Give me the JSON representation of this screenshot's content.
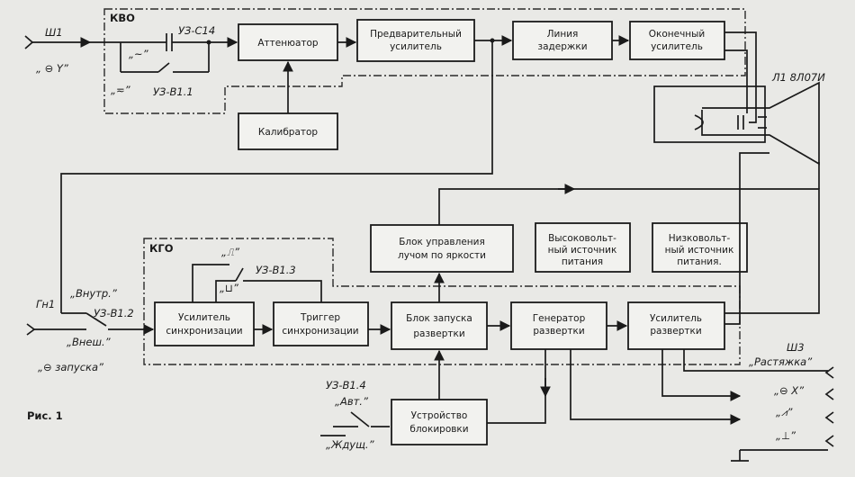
{
  "figure_label": "Рис. 1",
  "groups": {
    "kvo": "КВО",
    "kgo": "КГО"
  },
  "blocks": {
    "attenuator": "Аттенюатор",
    "preamp": [
      "Предварительный",
      "усилитель"
    ],
    "delay_line": [
      "Линия",
      "задержки"
    ],
    "final_amp": [
      "Оконечный",
      "усилитель"
    ],
    "calibrator": "Калибратор",
    "brightness": [
      "Блок управления",
      "лучом по яркости"
    ],
    "hv_supply": [
      "Высоковольт-",
      "ный источник",
      "питания"
    ],
    "lv_supply": [
      "Низковольт-",
      "ный источник",
      "питания."
    ],
    "sync_amp": [
      "Усилитель",
      "синхронизации"
    ],
    "trigger": [
      "Триггер",
      "синхронизации"
    ],
    "sweep_launch": [
      "Блок запуска",
      "развертки"
    ],
    "sweep_gen": [
      "Генератор",
      "развертки"
    ],
    "sweep_amp": [
      "Усилитель",
      "развертки"
    ],
    "lock_device": [
      "Устройство",
      "блокировки"
    ]
  },
  "labels": {
    "sh1": "Ш1",
    "input_y": "„ ⊖ Y”",
    "ac": "„~”",
    "dc": "„≂”",
    "c14": "УЗ-С14",
    "v11": "УЗ-В1.1",
    "crt": "Л1 8Л07И",
    "gn1": "Гн1",
    "internal": "„Внутр.”",
    "v12": "УЗ-В1.2",
    "external": "„Внеш.”",
    "trigger_in": "„⊖ запуска”",
    "pos_slope": "„⎍”",
    "neg_slope": "„⊔”",
    "v13": "УЗ-В1.3",
    "v14": "УЗ-В1.4",
    "auto": "„Авт.”",
    "waiting": "„Ждущ.”",
    "sh3": "Ш3",
    "stretch": "„Растяжка”",
    "output_x": "„⊖ X”",
    "sawtooth": "„⩘”",
    "pulse": "„⊥”"
  }
}
